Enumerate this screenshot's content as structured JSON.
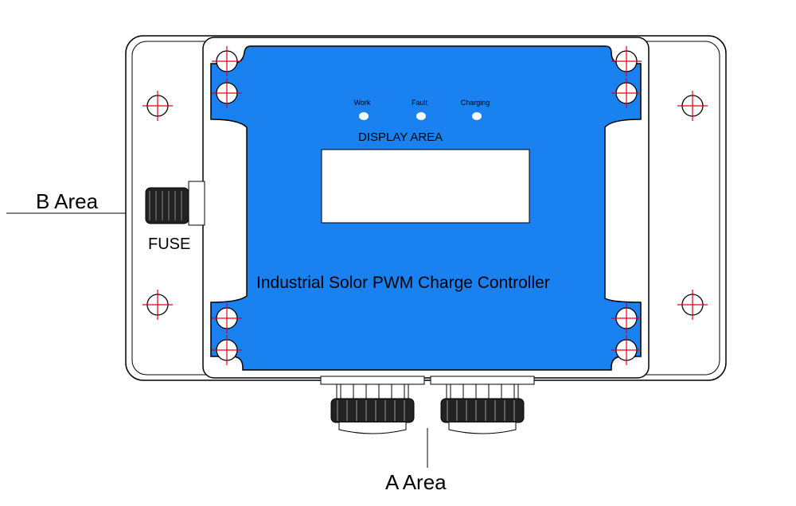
{
  "labels": {
    "b_area": "B  Area",
    "a_area": "A  Area",
    "fuse": "FUSE",
    "display_area": "DISPLAY    AREA",
    "product_name": "Industrial  Solor  PWM  Charge  Controller"
  },
  "leds": [
    {
      "label": "Work"
    },
    {
      "label": "Fault"
    },
    {
      "label": "Charging"
    }
  ],
  "colors": {
    "panel": "#1a82f0",
    "crosshair": "#e0001a",
    "led": "#ffffff",
    "display": "#ffffff"
  }
}
